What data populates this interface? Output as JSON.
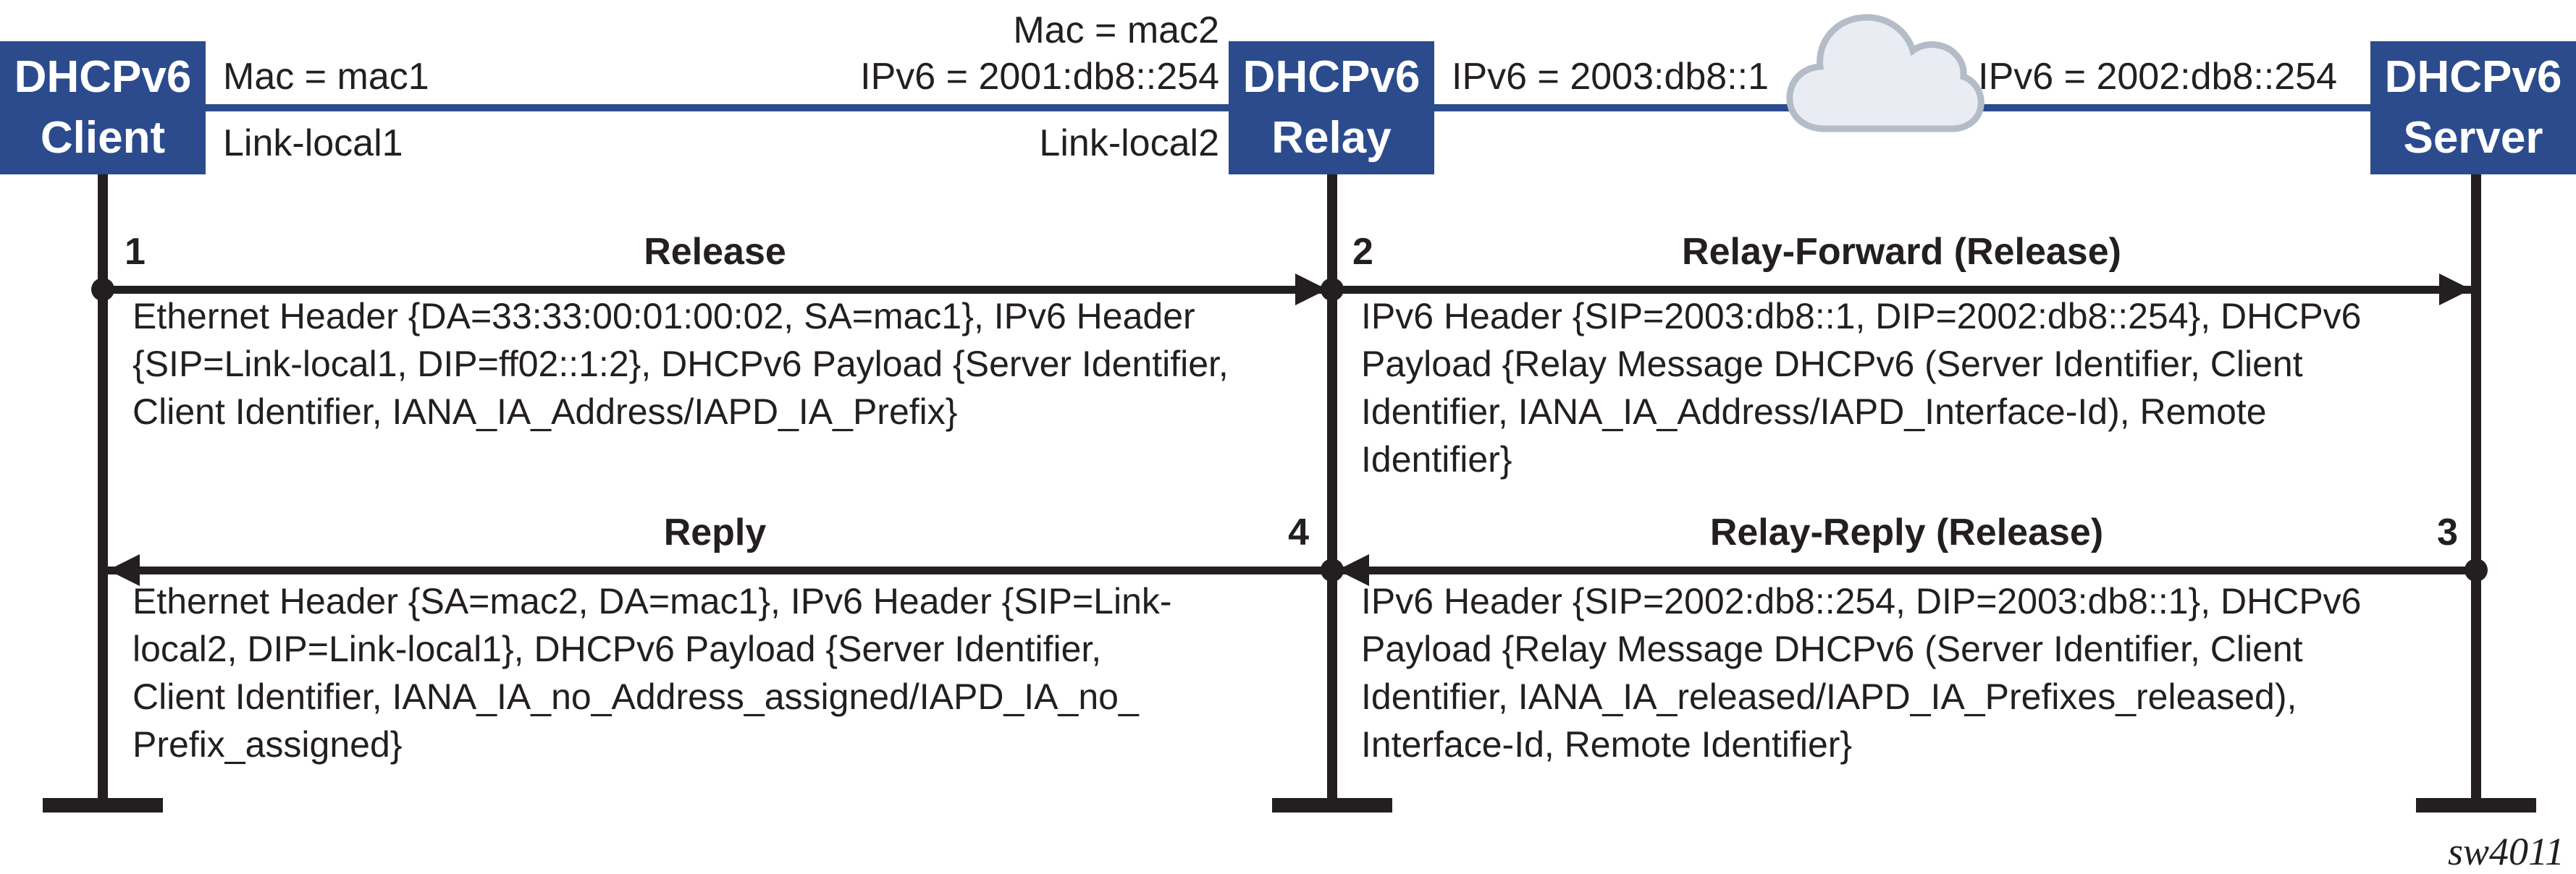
{
  "colors": {
    "node_blue": "#2b4b8d",
    "ink": "#231f20",
    "cloud_fill": "#e9edf3",
    "cloud_stroke": "#b4bcc8"
  },
  "nodes": {
    "client": {
      "line1": "DHCPv6",
      "line2": "Client"
    },
    "relay": {
      "line1": "DHCPv6",
      "line2": "Relay"
    },
    "server": {
      "line1": "DHCPv6",
      "line2": "Server"
    }
  },
  "interfaces": {
    "client_mac": "Mac = mac1",
    "client_linklocal": "Link-local1",
    "relay_mac": "Mac = mac2",
    "relay_ipv6_left": "IPv6 = 2001:db8::254",
    "relay_linklocal": "Link-local2",
    "relay_ipv6_right": "IPv6 = 2003:db8::1",
    "server_ipv6": "IPv6 = 2002:db8::254"
  },
  "messages": [
    {
      "num": "1",
      "label": "Release",
      "detail": "Ethernet Header {DA=33:33:00:01:00:02, SA=mac1}, IPv6 Header\n{SIP=Link-local1, DIP=ff02::1:2}, DHCPv6 Payload {Server Identifier,\nClient Identifier, IANA_IA_Address/IAPD_IA_Prefix}"
    },
    {
      "num": "2",
      "label": "Relay-Forward (Release)",
      "detail": "IPv6 Header {SIP=2003:db8::1, DIP=2002:db8::254}, DHCPv6\nPayload {Relay Message DHCPv6 (Server Identifier, Client\nIdentifier, IANA_IA_Address/IAPD_Interface-Id), Remote\nIdentifier}"
    },
    {
      "num": "3",
      "label": "Relay-Reply (Release)",
      "detail": "IPv6 Header {SIP=2002:db8::254, DIP=2003:db8::1}, DHCPv6\nPayload {Relay Message DHCPv6 (Server Identifier, Client\nIdentifier, IANA_IA_released/IAPD_IA_Prefixes_released),\nInterface-Id, Remote Identifier}"
    },
    {
      "num": "4",
      "label": "Reply",
      "detail": "Ethernet Header {SA=mac2, DA=mac1}, IPv6 Header {SIP=Link-\nlocal2, DIP=Link-local1}, DHCPv6 Payload {Server Identifier,\nClient Identifier, IANA_IA_no_Address_assigned/IAPD_IA_no_\nPrefix_assigned}"
    }
  ],
  "footer": {
    "doc_id": "sw4011"
  }
}
